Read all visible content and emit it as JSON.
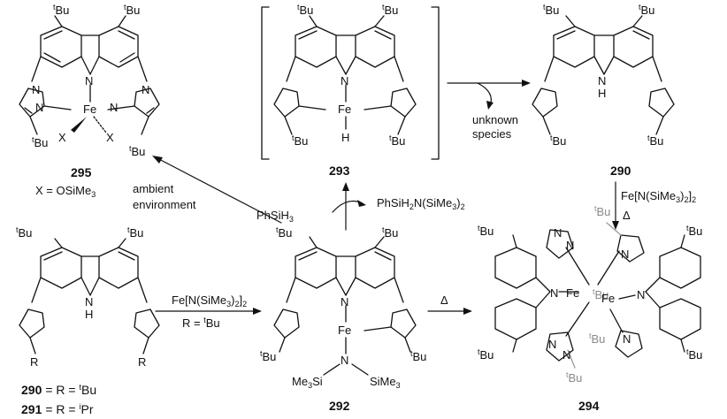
{
  "tbu": "tBu",
  "ipr": "iPr",
  "compounds": {
    "c295": {
      "label": "295",
      "X_eq": "X = OSiMe",
      "X_sub": "3",
      "metal": "Fe",
      "ligand_X": "X"
    },
    "c293": {
      "label": "293",
      "metal": "Fe",
      "H": "H"
    },
    "c290_top": {
      "label": "290",
      "NH": "H"
    },
    "c290_bottom": {
      "label": "290",
      "eq": "= R = ",
      "R": "R"
    },
    "c291": {
      "label": "291",
      "eq": "= R = "
    },
    "c292": {
      "label": "292",
      "metal": "Fe",
      "N": "N",
      "Me3Si": "Me",
      "Si": "Si",
      "SiMe3": "SiMe"
    },
    "c294": {
      "label": "294",
      "metal": "Fe"
    }
  },
  "reagents": {
    "ambient": [
      "ambient",
      "environment"
    ],
    "phsih3": "PhSiH",
    "phsih2n": "PhSiH",
    "phsih2n_rest": "N(SiMe",
    "unknown": [
      "unknown",
      "species"
    ],
    "fe_reagent": "Fe[N(SiMe",
    "r_eq": "R = ",
    "delta": "Δ"
  },
  "atoms": {
    "N": "N",
    "H": "H",
    "Fe": "Fe"
  }
}
